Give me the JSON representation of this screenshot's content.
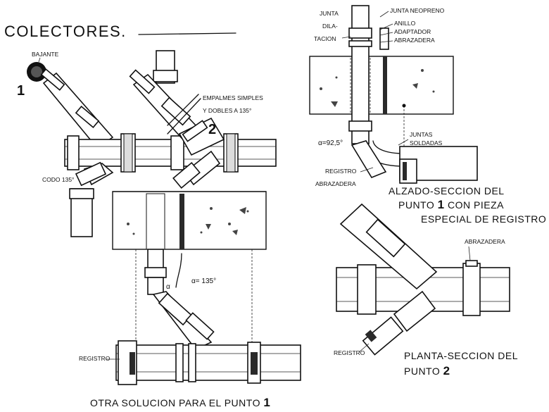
{
  "title": "COLECTORES.",
  "colors": {
    "ink": "#111111",
    "paper": "#ffffff"
  },
  "labels": {
    "bajante": "BAJANTE",
    "num1": "1",
    "num2": "2",
    "empalmes_1": "EMPALMES SIMPLES",
    "empalmes_2": "Y DOBLES A 135°",
    "codo": "CODO 135°",
    "registro_bottom": "REGISTRO",
    "alpha_mid": "α",
    "alpha_135": "α= 135°",
    "otra_solucion": "OTRA SOLUCION PARA EL PUNTO",
    "otra_solucion_num": "1",
    "junta_dilatacion_1": "JUNTA",
    "junta_dilatacion_2": "DILA-",
    "junta_dilatacion_3": "TACION",
    "junta_neopreno": "JUNTA NEOPRENO",
    "anillo": "ANILLO",
    "adaptador": "ADAPTADOR",
    "abrazadera_top": "ABRAZADERA",
    "juntas_1": "JUNTAS",
    "juntas_2": "SOLDADAS",
    "alpha_925": "α=92,5°",
    "registro_right": "REGISTRO",
    "abrazadera_right": "ABRAZADERA",
    "alzado_1": "ALZADO-SECCION DEL",
    "alzado_2": "PUNTO",
    "alzado_2b": "1",
    "alzado_2c": "CON PIEZA",
    "alzado_3": "ESPECIAL DE REGISTRO",
    "abrazadera_plan": "ABRAZADERA",
    "registro_plan": "REGISTRO",
    "planta_1": "PLANTA-SECCION DEL",
    "planta_2": "PUNTO",
    "planta_2b": "2"
  }
}
